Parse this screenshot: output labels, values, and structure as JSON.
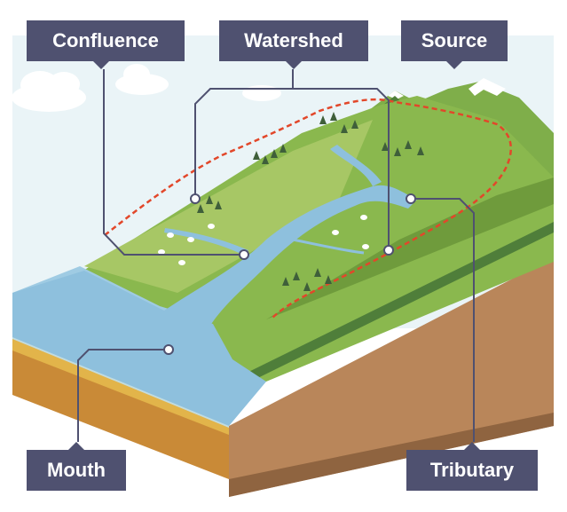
{
  "labels": {
    "confluence": "Confluence",
    "watershed": "Watershed",
    "source": "Source",
    "mouth": "Mouth",
    "tributary": "Tributary"
  },
  "colors": {
    "label_bg": "#4f5170",
    "label_text": "#ffffff",
    "sky": "#eaf4f7",
    "grass_light": "#a7c765",
    "grass": "#8ab84e",
    "grass_dark": "#6f9b3c",
    "water": "#9fcbe3",
    "water_deep": "#7fb4d6",
    "soil": "#b9865a",
    "soil_dark": "#8f6440",
    "sand": "#e2b44a",
    "watershed_line": "#e2472a",
    "callout_line": "#4f5170"
  }
}
